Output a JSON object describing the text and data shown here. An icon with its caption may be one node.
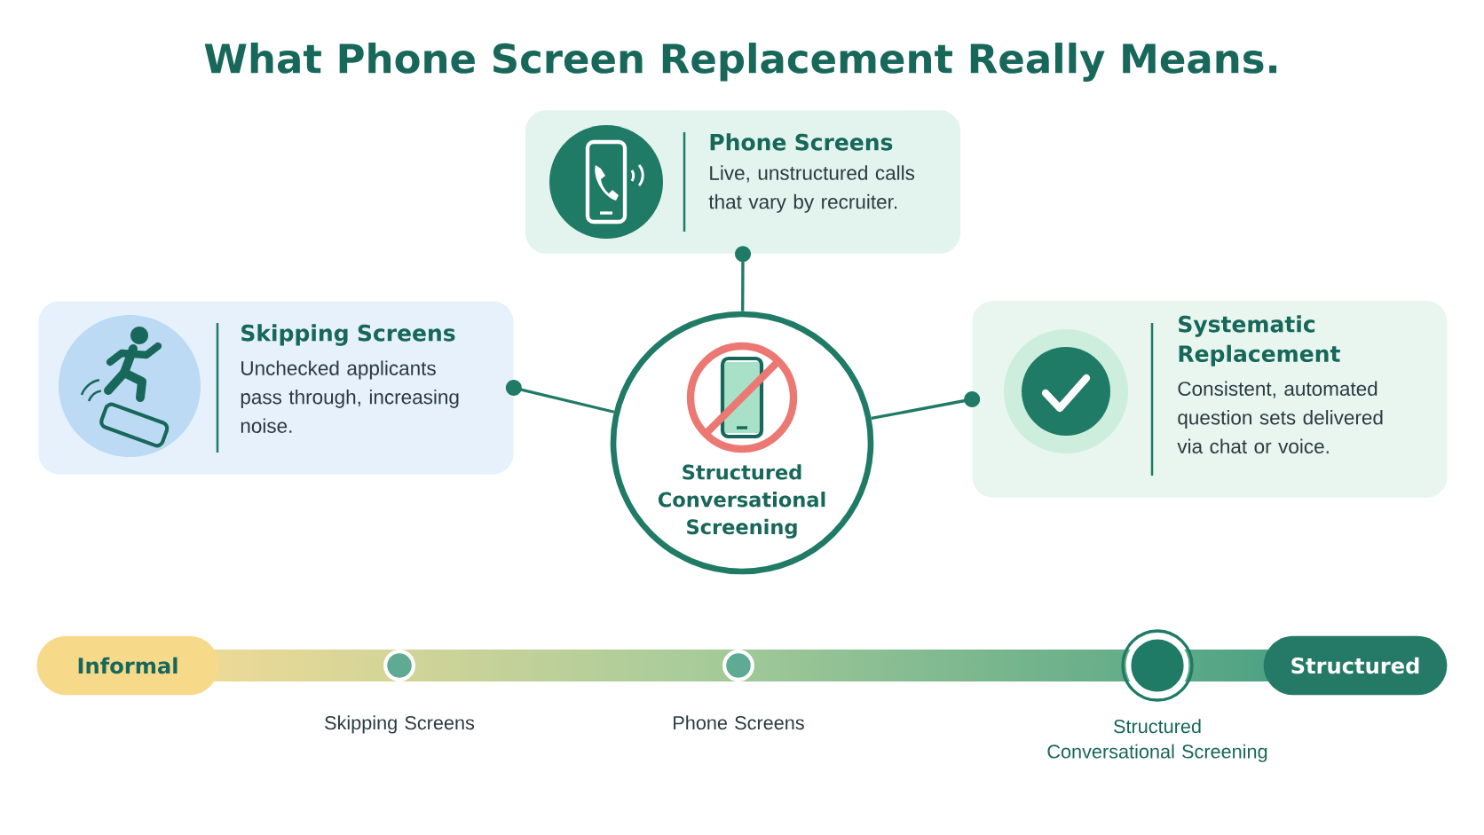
{
  "diagram": {
    "title": "What Phone Screen Replacement Really Means.",
    "nodes": [
      {
        "text": [
          "Phone Screens",
          "Live, unstructured calls that vary by recruiter."
        ]
      },
      {
        "text": [
          "Skipping Screens",
          "Unchecked applicants pass through, increasing noise."
        ]
      },
      {
        "text": [
          "Structured Conversational Screening"
        ]
      },
      {
        "text": [
          "Systematic Replacement",
          "Consistent, automated question sets delivered via chat or voice."
        ]
      },
      {
        "text": [
          "Informal"
        ]
      },
      {
        "text": [
          "Structured"
        ]
      },
      {
        "text": [],
        "shape": "circle",
        "beside": [
          "Skipping Screens"
        ]
      },
      {
        "text": [],
        "shape": "circle",
        "beside": [
          "Phone Screens"
        ]
      },
      {
        "text": [],
        "shape": "circle",
        "beside": [
          "Structured Conversational Screening"
        ]
      }
    ],
    "edges": [
      {
        "from": 2,
        "to": 0,
        "arrow": "other"
      },
      {
        "from": 2,
        "to": 1,
        "arrow": "other"
      },
      {
        "from": 2,
        "to": 3,
        "arrow": "other"
      }
    ]
  }
}
